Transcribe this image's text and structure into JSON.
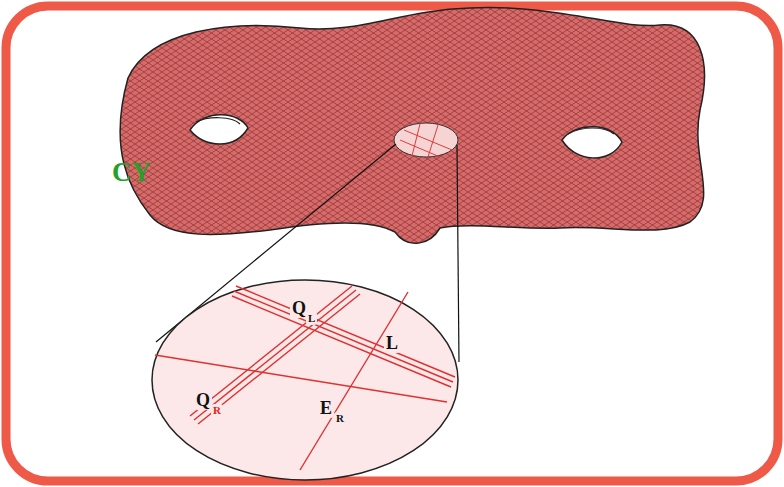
{
  "diagram": {
    "labels": [
      "CY",
      "Q",
      "L",
      "L",
      "Q",
      "R",
      "E",
      "R"
    ]
  }
}
